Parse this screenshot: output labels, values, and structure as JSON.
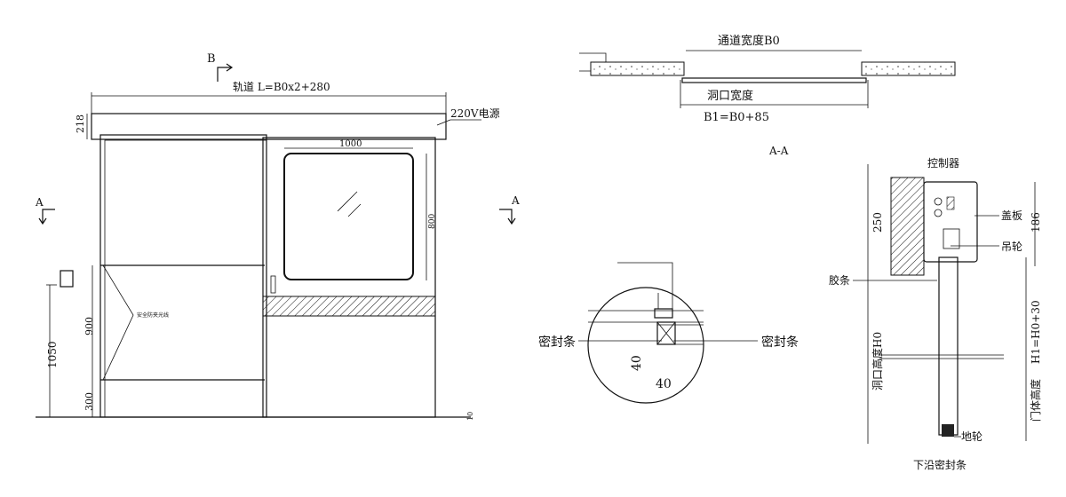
{
  "elevation": {
    "section_b_marker": "B",
    "section_a_left": "A",
    "section_a_right": "A",
    "track_label": "轨道 L=B0x2+280",
    "header_height": "218",
    "power_label": "220V电源",
    "window_width": "1000",
    "window_height": "800",
    "sensor_label": "安全防夹光线",
    "sensor_height_900": "900",
    "sensor_height_300": "300",
    "switch_height": "1050",
    "floor_gap": "10"
  },
  "plan_aa": {
    "passage_width": "通道宽度B0",
    "opening_width": "洞口宽度",
    "opening_formula": "B1=B0+85",
    "title": "A-A"
  },
  "seal_detail": {
    "seal_left": "密封条",
    "seal_right": "密封条",
    "dim_vertical": "40",
    "dim_horizontal": "40"
  },
  "section": {
    "controller": "控制器",
    "cover_plate": "盖板",
    "hanging_wheel": "吊轮",
    "rubber_strip": "胶条",
    "dim_250": "250",
    "dim_186": "186",
    "opening_height": "洞口高度H0",
    "door_height_formula": "H1=H0+30",
    "door_height": "门体高度",
    "floor_wheel": "地轮",
    "bottom_seal": "下沿密封条"
  }
}
